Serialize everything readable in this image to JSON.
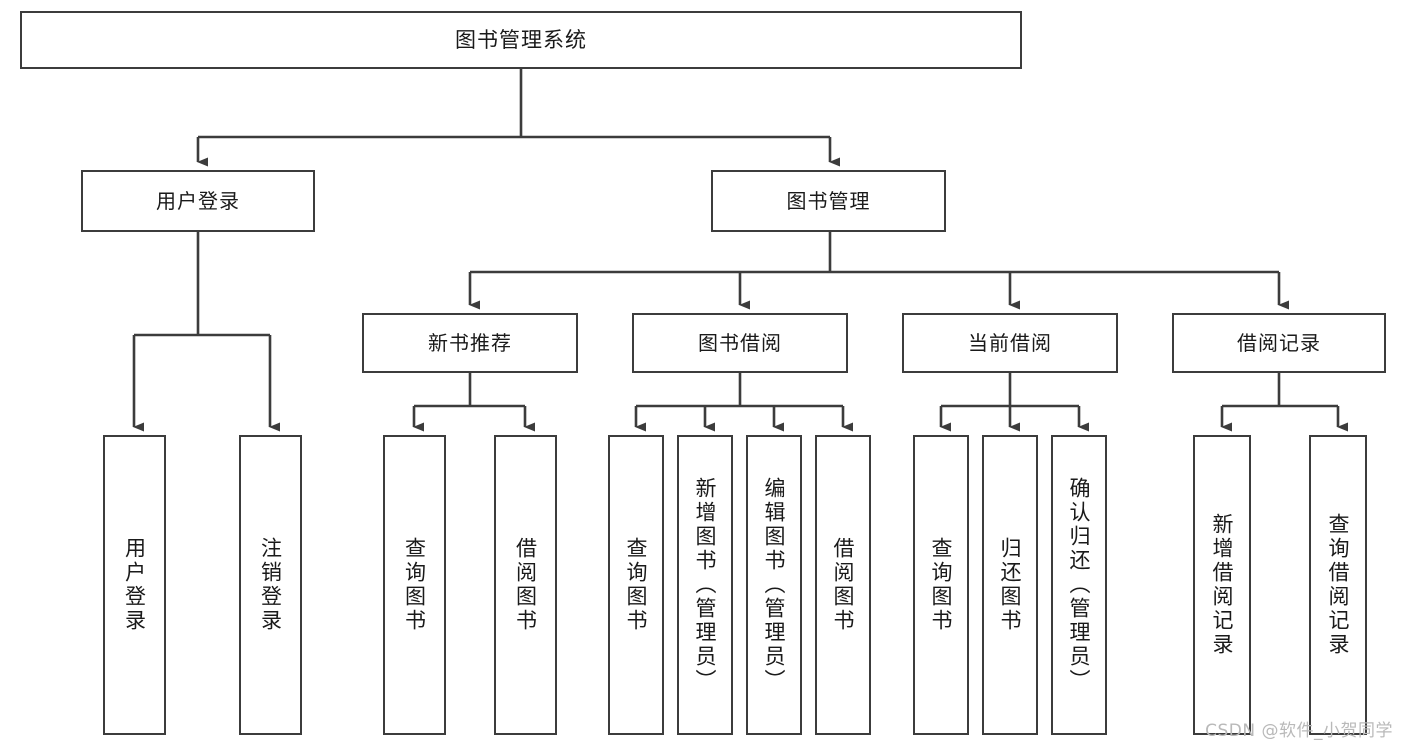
{
  "diagram": {
    "type": "tree-hierarchy",
    "title": "图书管理系统",
    "watermark": "CSDN @软件_小贺同学",
    "colors": {
      "box_border": "#3c3c3c",
      "box_fill": "#ffffff",
      "connector": "#3c3c3c",
      "text": "#1a1a1a",
      "watermark": "#b9b9b9",
      "background": "#ffffff"
    },
    "nodes": {
      "root": {
        "label": "图书管理系统"
      },
      "level2": [
        {
          "label": "用户登录"
        },
        {
          "label": "图书管理"
        }
      ],
      "level3": [
        {
          "label": "新书推荐"
        },
        {
          "label": "图书借阅"
        },
        {
          "label": "当前借阅"
        },
        {
          "label": "借阅记录"
        }
      ],
      "leaves_user_login": [
        {
          "label": "用户登录"
        },
        {
          "label": "注销登录"
        }
      ],
      "leaves_new_book": [
        {
          "label": "查询图书"
        },
        {
          "label": "借阅图书"
        }
      ],
      "leaves_borrow": [
        {
          "label": "查询图书"
        },
        {
          "label": "新增图书（管理员）"
        },
        {
          "label": "编辑图书（管理员）"
        },
        {
          "label": "借阅图书"
        }
      ],
      "leaves_current": [
        {
          "label": "查询图书"
        },
        {
          "label": "归还图书"
        },
        {
          "label": "确认归还（管理员）"
        }
      ],
      "leaves_record": [
        {
          "label": "新增借阅记录"
        },
        {
          "label": "查询借阅记录"
        }
      ]
    }
  }
}
